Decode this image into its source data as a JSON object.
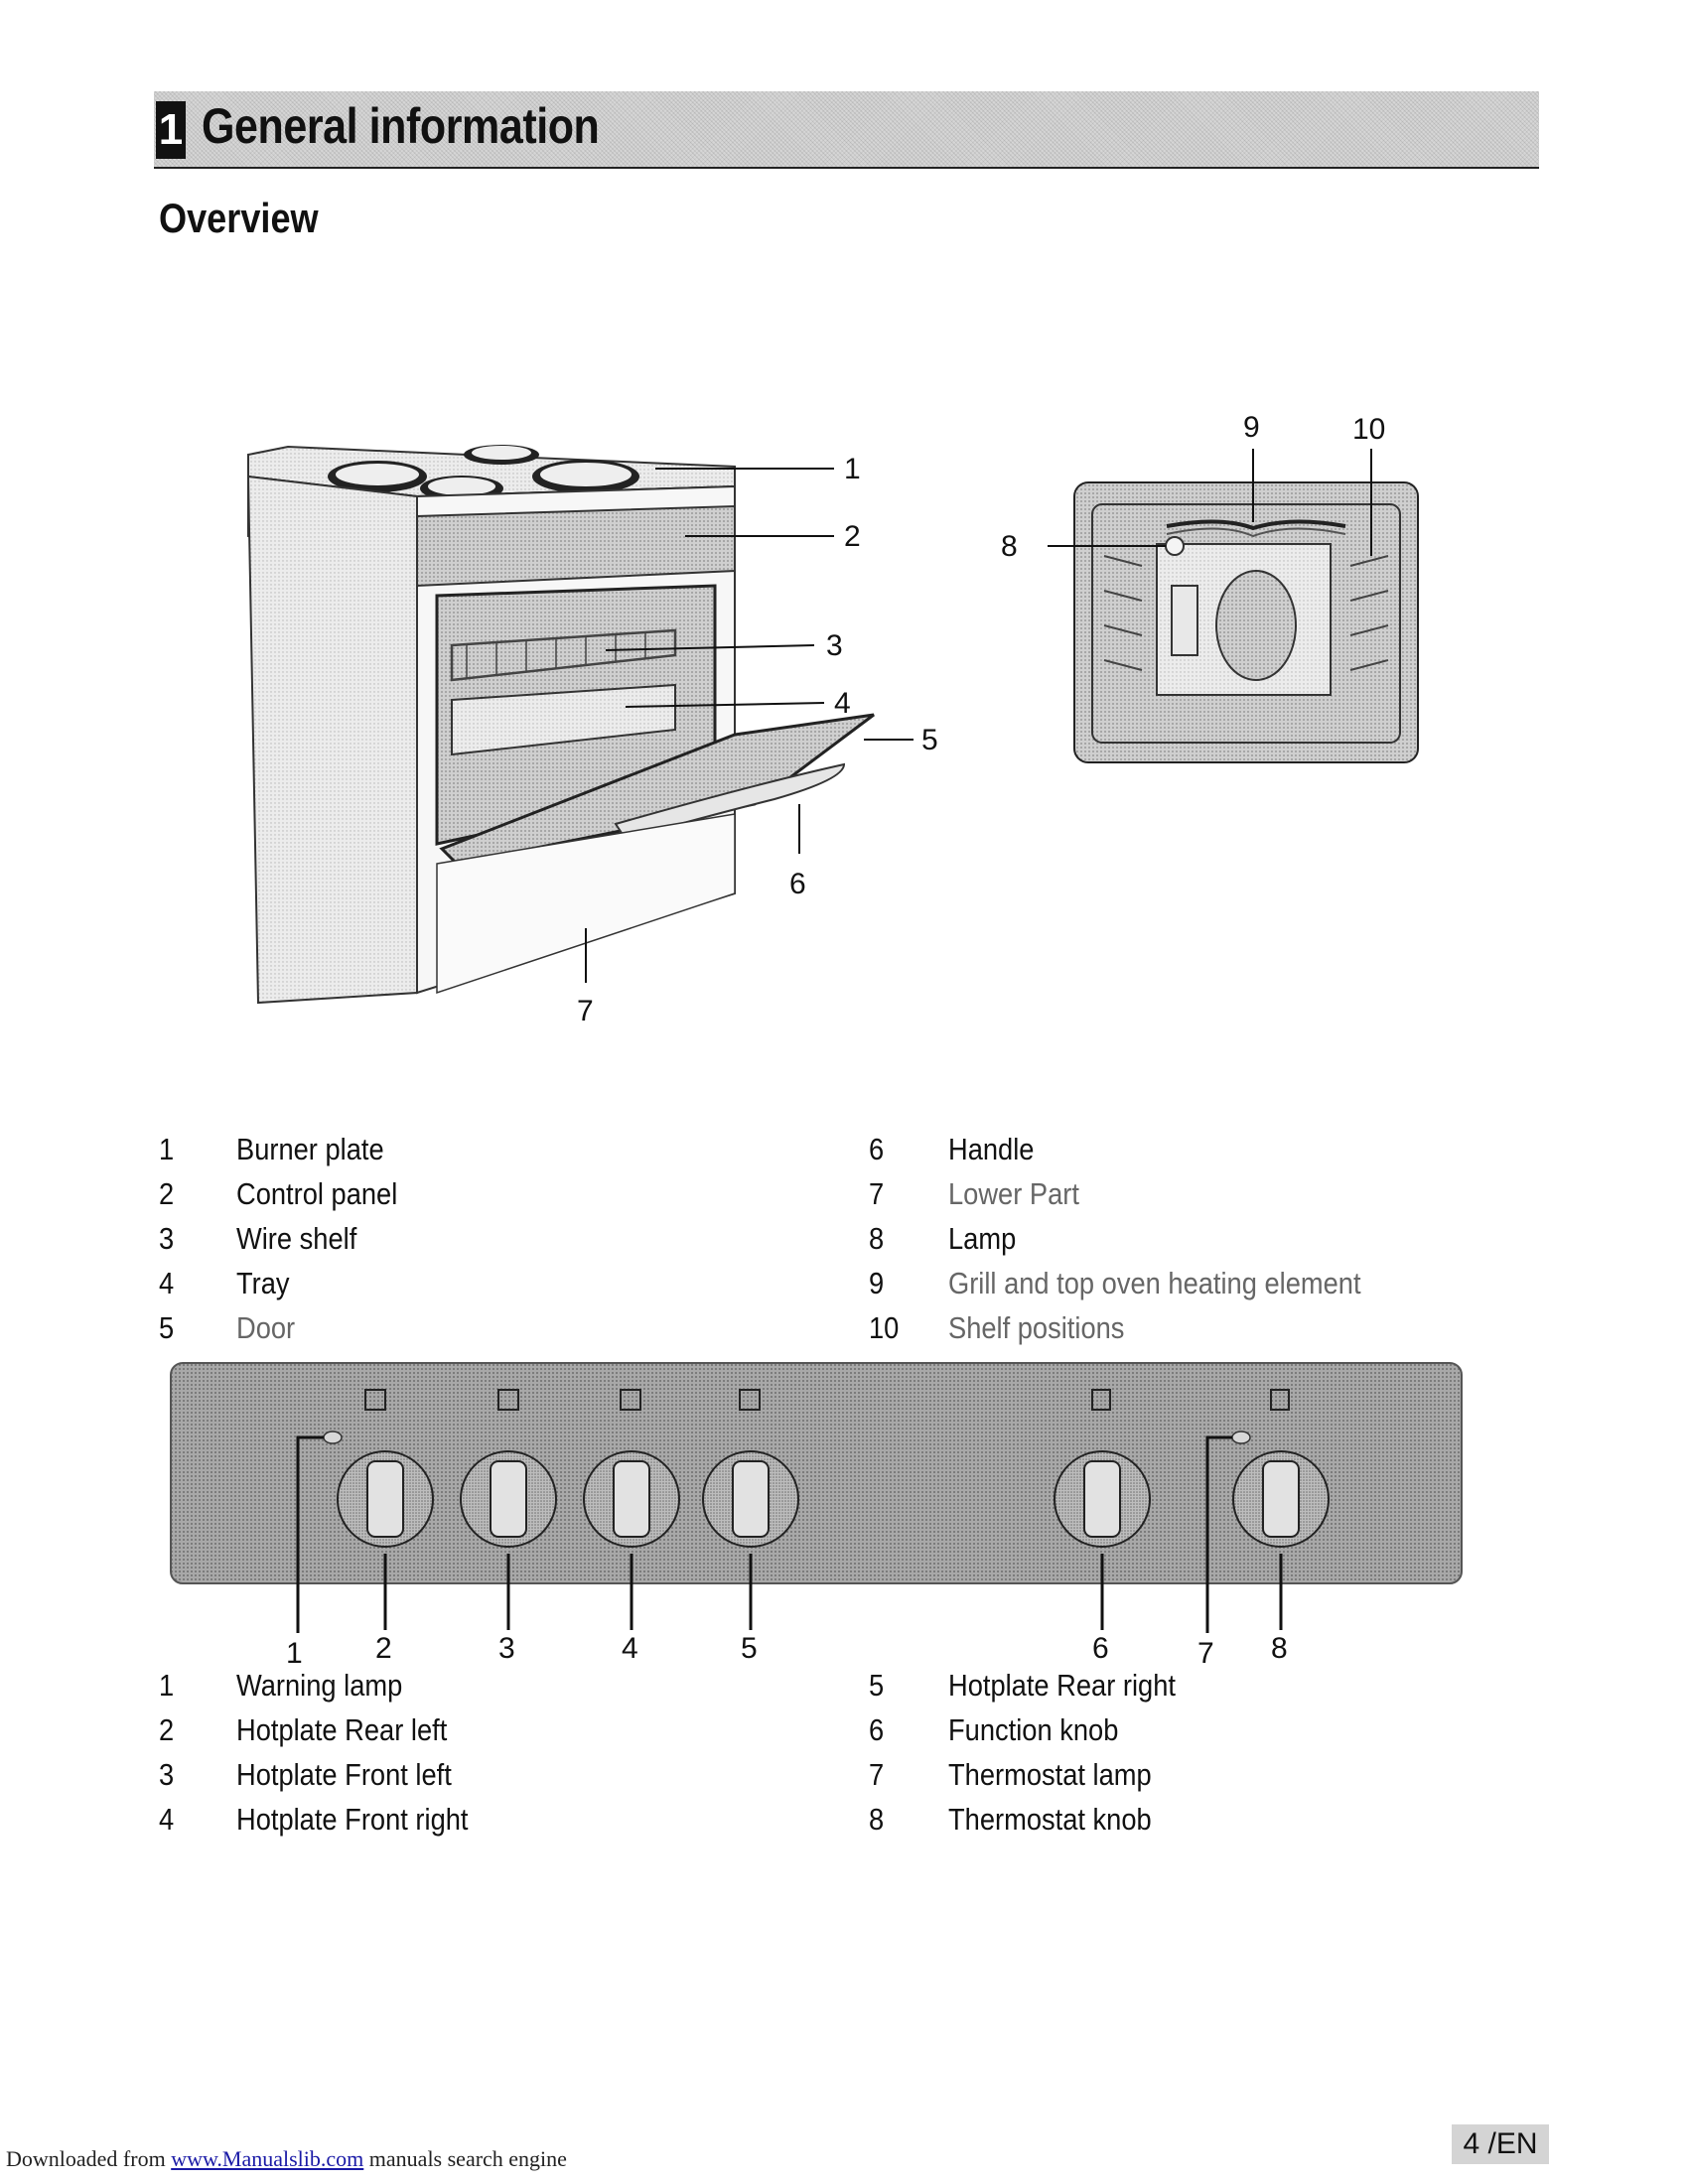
{
  "header": {
    "section_number": "1",
    "title": "General information"
  },
  "overview": {
    "title": "Overview"
  },
  "oven_figure": {
    "callouts": [
      "1",
      "2",
      "3",
      "4",
      "5",
      "6",
      "7"
    ]
  },
  "interior_figure": {
    "callouts": [
      "8",
      "9",
      "10"
    ]
  },
  "parts_legend": [
    {
      "num": "1",
      "label": "Burner plate"
    },
    {
      "num": "2",
      "label": "Control panel"
    },
    {
      "num": "3",
      "label": "Wire shelf"
    },
    {
      "num": "4",
      "label": "Tray"
    },
    {
      "num": "5",
      "label": "Door"
    },
    {
      "num": "6",
      "label": "Handle"
    },
    {
      "num": "7",
      "label": "Lower Part"
    },
    {
      "num": "8",
      "label": "Lamp"
    },
    {
      "num": "9",
      "label": "Grill and top oven heating element"
    },
    {
      "num": "10",
      "label": "Shelf positions"
    }
  ],
  "control_panel_figure": {
    "callouts": [
      "1",
      "2",
      "3",
      "4",
      "5",
      "6",
      "7",
      "8"
    ]
  },
  "controls_legend": [
    {
      "num": "1",
      "label": "Warning lamp"
    },
    {
      "num": "2",
      "label": "Hotplate Rear left"
    },
    {
      "num": "3",
      "label": "Hotplate Front left"
    },
    {
      "num": "4",
      "label": "Hotplate Front right"
    },
    {
      "num": "5",
      "label": "Hotplate Rear right"
    },
    {
      "num": "6",
      "label": "Function knob"
    },
    {
      "num": "7",
      "label": "Thermostat lamp"
    },
    {
      "num": "8",
      "label": "Thermostat knob"
    }
  ],
  "page_number": "4 /EN",
  "footer": {
    "prefix": "Downloaded from ",
    "link_text": "www.Manualslib.com",
    "suffix": " manuals search engine"
  },
  "colors": {
    "header_bg": "#d6d6d6",
    "panel_bg": "#9a9a9a",
    "footer_link": "#1a1aa6"
  }
}
